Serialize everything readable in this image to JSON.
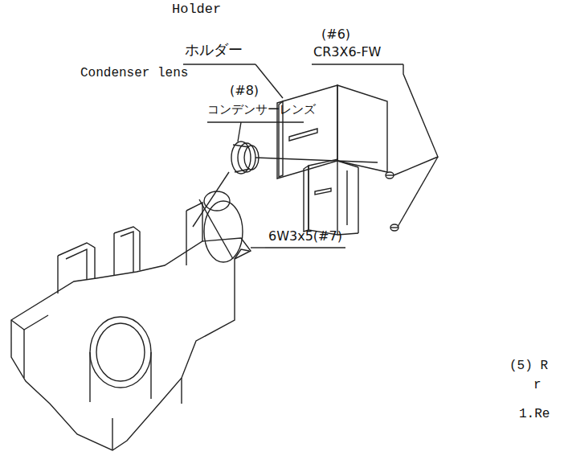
{
  "diagram": {
    "labels": [
      "Holder",
      "ホルダー",
      "(#6)",
      "CR3X6-FW",
      "Condenser lens",
      "(#8)",
      "コンデンサーレンズ",
      "6W3x5(#7)",
      "(5) R",
      "r",
      "1.Re"
    ]
  }
}
